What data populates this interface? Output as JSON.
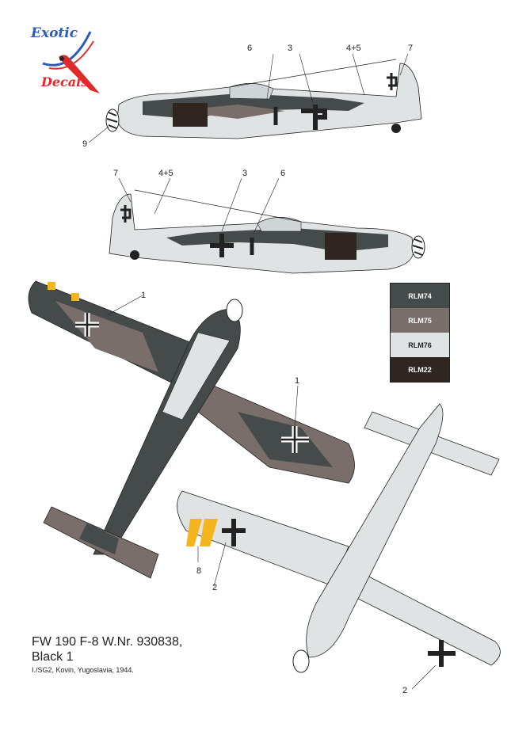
{
  "logo": {
    "line1": "Exotic",
    "line2": "Decals"
  },
  "colors": {
    "rlm74": "#454b4b",
    "rlm75": "#7a6e6b",
    "rlm76": "#e0e3e4",
    "rlm22": "#2f2622",
    "yellow": "#f5b51e"
  },
  "legend": [
    {
      "label": "RLM74",
      "color": "#454b4b",
      "text": "#ffffff"
    },
    {
      "label": "RLM75",
      "color": "#7a6e6b",
      "text": "#ffffff"
    },
    {
      "label": "RLM76",
      "color": "#e0e3e4",
      "text": "#222222"
    },
    {
      "label": "RLM22",
      "color": "#2f2622",
      "text": "#ffffff"
    }
  ],
  "callouts": {
    "profile_left": [
      "6",
      "3",
      "4+5",
      "7",
      "9"
    ],
    "profile_right": [
      "7",
      "4+5",
      "3",
      "6"
    ],
    "top_view": [
      "1",
      "1"
    ],
    "bottom_view": [
      "8",
      "2",
      "2"
    ]
  },
  "caption": {
    "title_line1": "FW 190 F-8 W.Nr. 930838,",
    "title_line2": "Black 1",
    "subtitle": "I./SG2, Kovin, Yugoslavia, 1944."
  }
}
